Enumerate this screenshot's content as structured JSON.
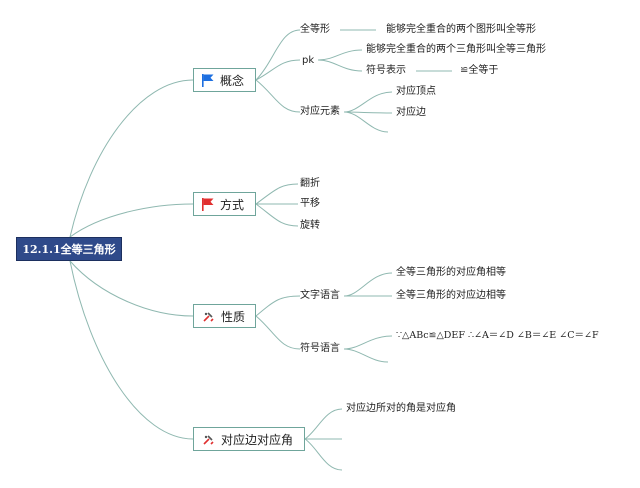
{
  "root": "12.1.1全等三角形",
  "branches": {
    "concept": "概念",
    "method": "方式",
    "property": "性质",
    "corr": "对应边对应角"
  },
  "concept": {
    "congruent_shape": "全等形",
    "congruent_shape_def": "能够完全重合的两个图形叫全等形",
    "pk": "pk",
    "pk_def": "能够完全重合的两个三角形叫全等三角形",
    "symbol": "符号表示",
    "symbol_def": "≌全等于",
    "elements": "对应元素",
    "vertex": "对应顶点",
    "edge": "对应边"
  },
  "method": {
    "flip": "翻折",
    "translate": "平移",
    "rotate": "旋转"
  },
  "property": {
    "text_lang": "文字语言",
    "angles": "全等三角形的对应角相等",
    "sides": "全等三角形的对应边相等",
    "symbol_lang": "符号语言",
    "formula": "∵△ABc≌△DEF ∴∠A＝∠D ∠B＝∠E ∠C＝∠F"
  },
  "corr": {
    "item": "对应边所对的角是对应角"
  },
  "colors": {
    "root_bg": "#2f4a8a",
    "link": "#8fb8b0",
    "flag_blue": "#1d6fe0",
    "flag_red": "#e03030"
  }
}
